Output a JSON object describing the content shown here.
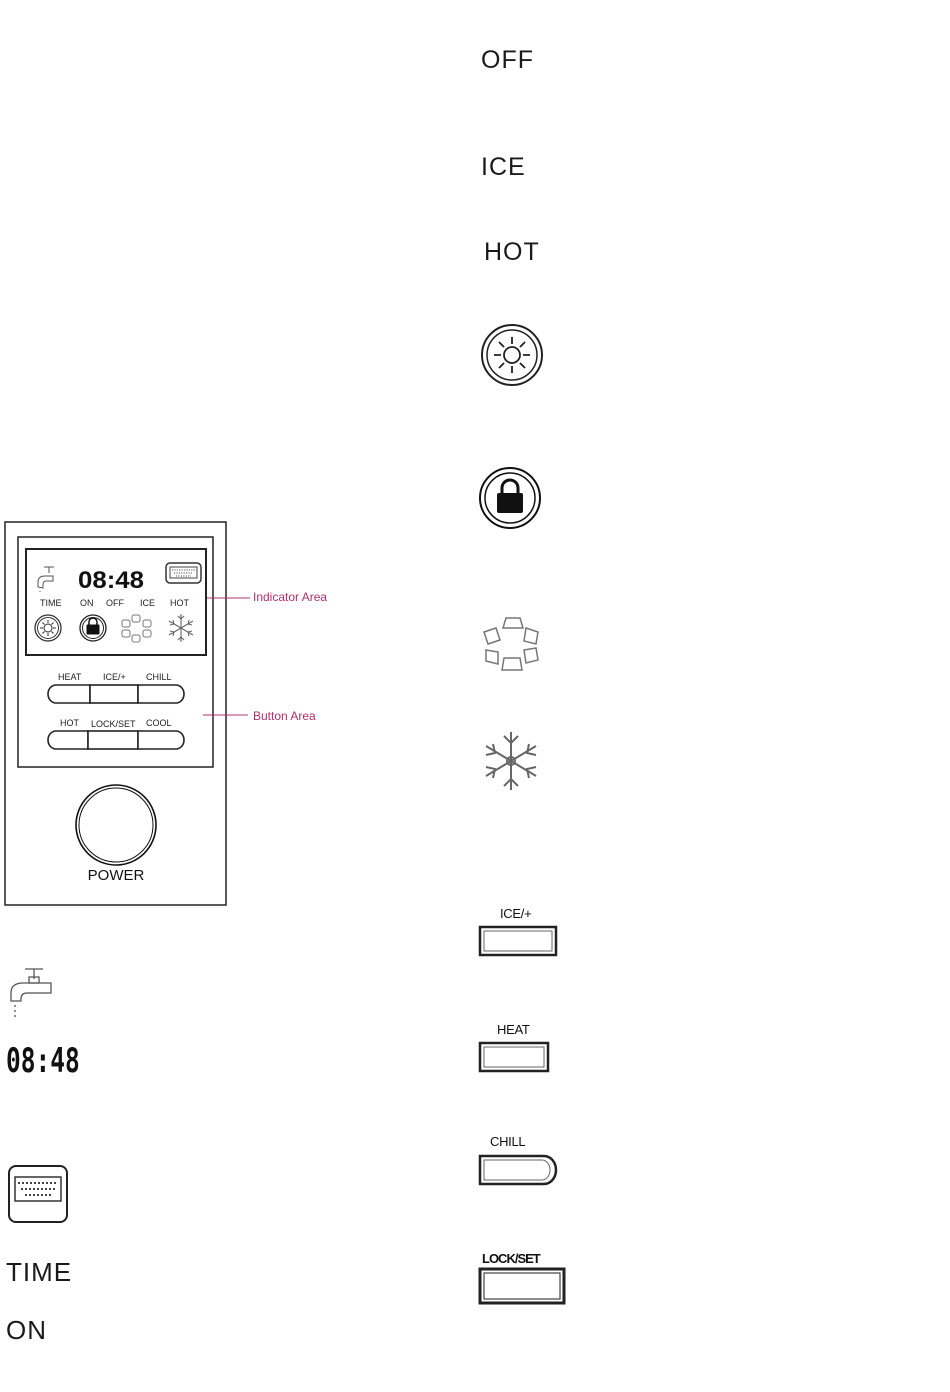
{
  "legend": {
    "off": "OFF",
    "ice": "ICE",
    "hot": "HOT",
    "time": "TIME",
    "on": "ON",
    "clock": "08:48"
  },
  "panel": {
    "clock": "08:48",
    "indicator_labels": [
      "TIME",
      "ON",
      "OFF",
      "ICE",
      "HOT"
    ],
    "top_buttons": [
      "HEAT",
      "ICE/+",
      "CHILL"
    ],
    "bottom_buttons": [
      "HOT",
      "LOCK/SET",
      "COOL"
    ],
    "power": "POWER",
    "annotations": {
      "indicator_area": "Indicator Area",
      "button_area": "Button Area"
    }
  },
  "button_legend": {
    "ice_plus": "ICE/+",
    "heat": "HEAT",
    "chill": "CHILL",
    "lock_set": "LOCK/SET"
  },
  "colors": {
    "annotation": "#b0306e",
    "ink": "#1a1a1a"
  }
}
